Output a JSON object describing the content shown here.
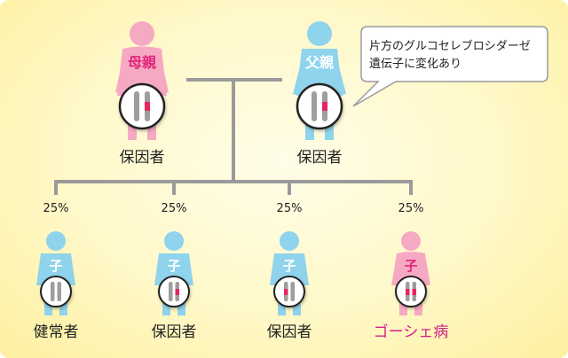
{
  "parents": {
    "mother": {
      "label": "母親",
      "status": "保因者"
    },
    "father": {
      "label": "父親",
      "status": "保因者"
    }
  },
  "note": {
    "line1": "片方のグルコセレブロシダーゼ",
    "line2": "遺伝子に変化あり"
  },
  "children": [
    {
      "label": "子",
      "percent": "25%",
      "status": "健常者"
    },
    {
      "label": "子",
      "percent": "25%",
      "status": "保因者"
    },
    {
      "label": "子",
      "percent": "25%",
      "status": "保因者"
    },
    {
      "label": "子",
      "percent": "25%",
      "status": "ゴーシェ病"
    }
  ],
  "colors": {
    "background": "#fff8c8",
    "line": "#9a9a9a",
    "male_blue": "#8fd3ec",
    "female_pink": "#f6a9c3",
    "label_blue": "#ffffff",
    "mother_text": "#e0257a",
    "disease_text": "#d4218a",
    "gene_gray": "#9e9e9e",
    "gene_red": "#e8245f"
  }
}
